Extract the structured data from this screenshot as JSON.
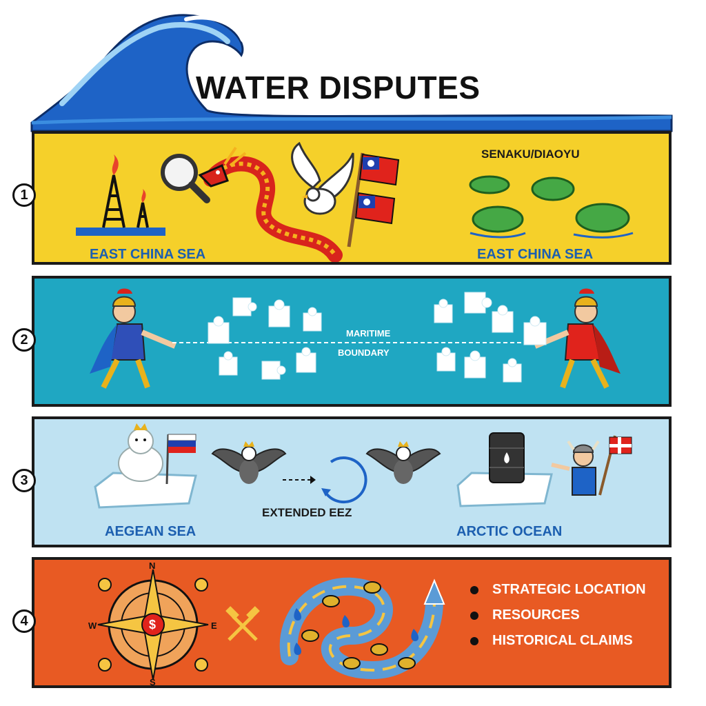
{
  "title": "WATER DISPUTES",
  "panels": [
    {
      "number": "1",
      "left_label": "EAST CHINA SEA",
      "top_right_label": "SENAKU/DIAOYU",
      "right_label": "EAST CHINA SEA"
    },
    {
      "number": "2",
      "center_label_line1": "MARITIME",
      "center_label_line2": "BOUNDARY"
    },
    {
      "number": "3",
      "left_label": "AEGEAN SEA",
      "center_label": "EXTENDED EEZ",
      "right_label": "ARCTIC OCEAN"
    },
    {
      "number": "4",
      "compass": {
        "n": "N",
        "s": "S",
        "e": "E",
        "w": "W",
        "center": "$"
      },
      "bullets": [
        "STRATEGIC LOCATION",
        "RESOURCES",
        "HISTORICAL CLAIMS"
      ]
    }
  ],
  "colors": {
    "panel1": "#f5d02a",
    "panel2": "#1fa7c2",
    "panel3": "#bfe2f2",
    "panel4": "#e85a23",
    "label": "#1c5fb0",
    "wave": "#1e63c6"
  },
  "icons": [
    "wave-icon",
    "oil-rig-icon",
    "magnifier-icon",
    "dragon-icon",
    "eagle-icon",
    "taiwan-flag-icon",
    "island-icon",
    "puzzle-piece-icon",
    "warrior-icon",
    "polar-bear-icon",
    "russia-flag-icon",
    "crowned-eagle-icon",
    "cycle-arrow-icon",
    "oil-barrel-icon",
    "viking-icon",
    "denmark-flag-icon",
    "compass-rose-icon",
    "coin-icon",
    "hammer-icon",
    "water-drop-icon",
    "swirl-arrow-icon"
  ]
}
